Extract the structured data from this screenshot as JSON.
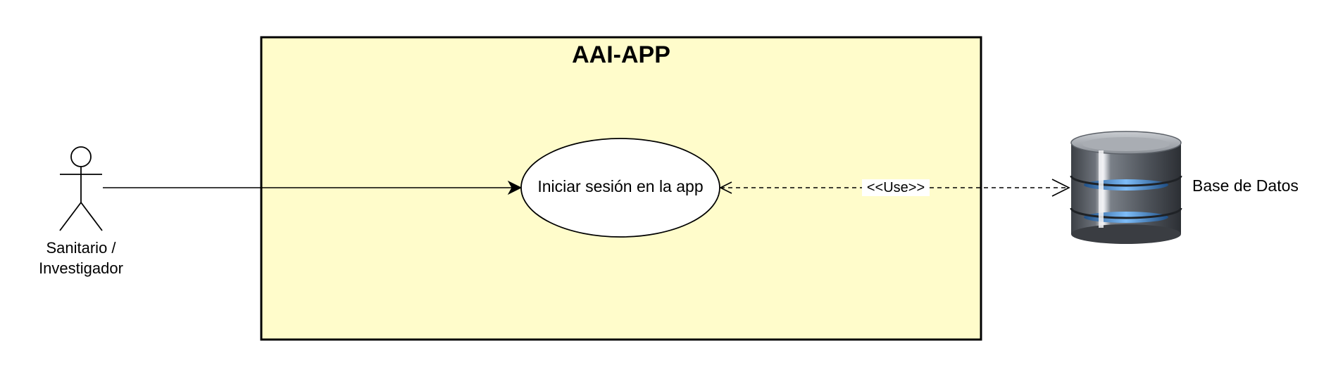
{
  "system": {
    "title": "AAI-APP",
    "fill_color": "#FFFCCB",
    "border_color": "#000000"
  },
  "actor": {
    "name_line1": "Sanitario /",
    "name_line2": "Investigador"
  },
  "use_case": {
    "label": "Iniciar sesión en la app"
  },
  "dependency": {
    "label": "<<Use>>"
  },
  "database": {
    "label": "Base de Datos",
    "icon": "database-icon",
    "accent_color": "#3E8FD6"
  }
}
